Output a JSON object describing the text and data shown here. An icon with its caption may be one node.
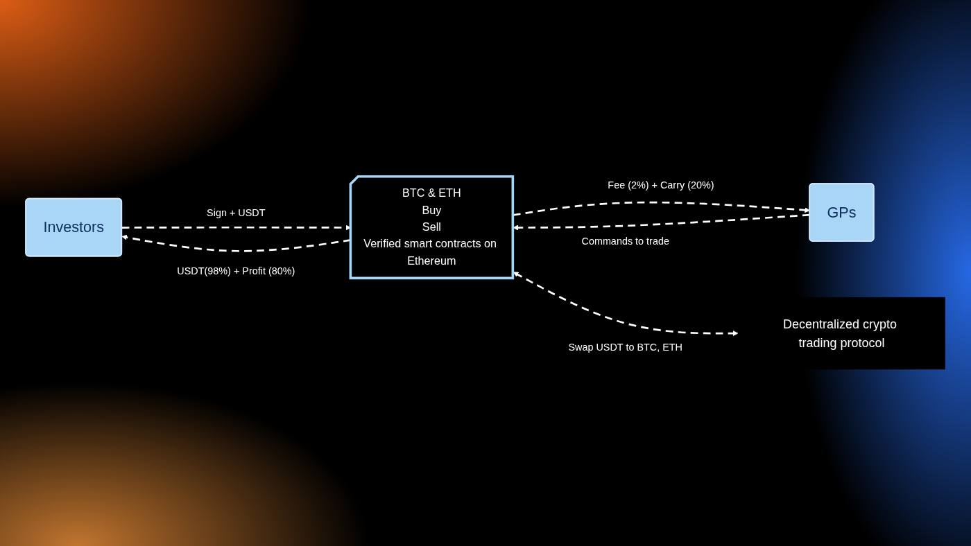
{
  "diagram": {
    "nodes": [
      {
        "text": [
          "Investors"
        ]
      },
      {
        "text": [
          "BTC & ETH",
          "Buy",
          "Sell",
          "Verified smart contracts on Ethereum"
        ]
      },
      {
        "text": [
          "GPs"
        ]
      },
      {
        "text": [
          "Decentralized crypto trading protocol"
        ]
      }
    ],
    "edges": [
      {
        "from": 0,
        "to": 1,
        "arrow": "to",
        "style": "dashed",
        "label": "Sign + USDT"
      },
      {
        "from": 1,
        "to": 0,
        "arrow": "to",
        "style": "dashed",
        "label": "USDT(98%) + Profit (80%)"
      },
      {
        "from": 2,
        "to": 1,
        "arrow": "to",
        "style": "dashed",
        "label": "Commands to trade"
      },
      {
        "from": 1,
        "to": 2,
        "arrow": "to",
        "style": "dashed",
        "label": "Fee (2%) + Carry (20%)"
      },
      {
        "from": 1,
        "to": 3,
        "arrow": "both",
        "style": "dashed",
        "label": "Swap USDT to BTC, ETH"
      }
    ]
  }
}
